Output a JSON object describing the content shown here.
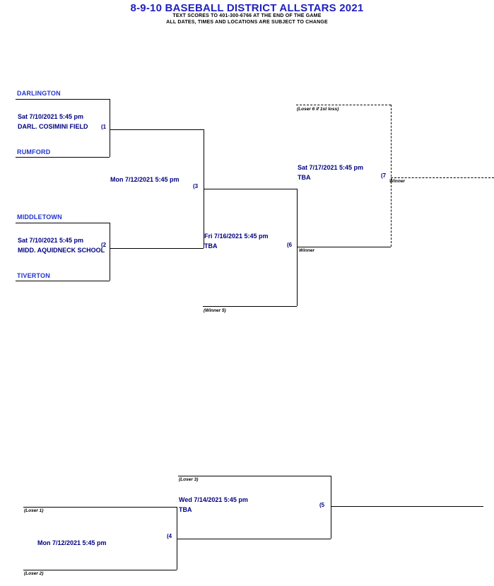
{
  "header": {
    "title": "8-9-10 BASEBALL DISTRICT ALLSTARS 2021",
    "subtitle_scores": "TEXT SCORES TO 401-300-6766 AT THE END OF THE GAME",
    "subtitle_disclaimer": "ALL DATES, TIMES AND LOCATIONS ARE SUBJECT TO CHANGE"
  },
  "colors": {
    "title_blue": "#2020c0",
    "team_blue": "#2233cc",
    "game_navy": "#000080",
    "line_black": "#000000"
  },
  "teams": {
    "darlington": "DARLINGTON",
    "rumford": "RUMFORD",
    "middletown": "MIDDLETOWN",
    "tiverton": "TIVERTON"
  },
  "games": {
    "g1": {
      "datetime": "Sat 7/10/2021 5:45 pm",
      "location": "DARL. COSIMINI FIELD",
      "number": "(1"
    },
    "g2": {
      "datetime": "Sat 7/10/2021 5:45 pm",
      "location": "MIDD. AQUIDNECK SCHOOL",
      "number": "(2"
    },
    "g3": {
      "datetime": "Mon 7/12/2021 5:45 pm",
      "number": "(3"
    },
    "g4": {
      "datetime": "Mon 7/12/2021 5:45 pm",
      "number": "(4"
    },
    "g5": {
      "datetime": "Wed 7/14/2021 5:45 pm",
      "location": "TBA",
      "number": "(5"
    },
    "g6": {
      "datetime": "Fri 7/16/2021 5:45 pm",
      "location": "TBA",
      "number": "(6"
    },
    "g7": {
      "datetime": "Sat 7/17/2021 5:45 pm",
      "location": "TBA",
      "number": "(7"
    }
  },
  "labels": {
    "winner_g6": "Winner",
    "winner_g7": "Winner",
    "winner5_feed": "(Winner 5)",
    "loser6_feed": "(Loser 6 if 1st loss)",
    "loser1_feed": "(Loser 1)",
    "loser2_feed": "(Loser 2)",
    "loser3_feed": "(Loser 3)"
  }
}
